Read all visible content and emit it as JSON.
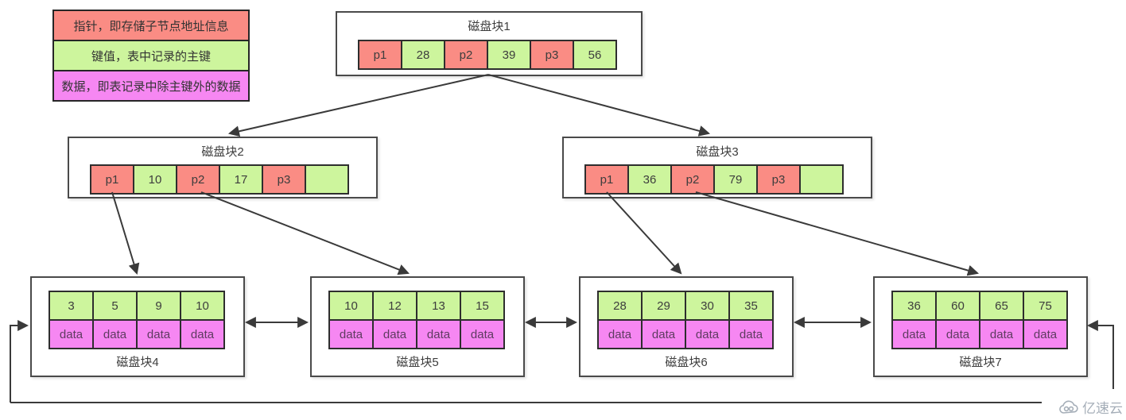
{
  "legend": {
    "items": [
      {
        "name": "pointer",
        "label": "指针，即存储子节点地址信息",
        "color": "#fa8c84"
      },
      {
        "name": "key",
        "label": "键值，表中记录的主键",
        "color": "#cdf59d"
      },
      {
        "name": "data",
        "label": "数据，即表记录中除主键外的数据",
        "color": "#f687f2"
      }
    ]
  },
  "nodes": {
    "block1": {
      "title": "磁盘块1",
      "cells": [
        "p1",
        "28",
        "p2",
        "39",
        "p3",
        "56"
      ]
    },
    "block2": {
      "title": "磁盘块2",
      "cells": [
        "p1",
        "10",
        "p2",
        "17",
        "p3",
        ""
      ]
    },
    "block3": {
      "title": "磁盘块3",
      "cells": [
        "p1",
        "36",
        "p2",
        "79",
        "p3",
        ""
      ]
    },
    "block4": {
      "title": "磁盘块4",
      "keys": [
        "3",
        "5",
        "9",
        "10"
      ],
      "data": [
        "data",
        "data",
        "data",
        "data"
      ]
    },
    "block5": {
      "title": "磁盘块5",
      "keys": [
        "10",
        "12",
        "13",
        "15"
      ],
      "data": [
        "data",
        "data",
        "data",
        "data"
      ]
    },
    "block6": {
      "title": "磁盘块6",
      "keys": [
        "28",
        "29",
        "30",
        "35"
      ],
      "data": [
        "data",
        "data",
        "data",
        "data"
      ]
    },
    "block7": {
      "title": "磁盘块7",
      "keys": [
        "36",
        "60",
        "65",
        "75"
      ],
      "data": [
        "data",
        "data",
        "data",
        "data"
      ]
    }
  },
  "watermark": {
    "text": "亿速云"
  },
  "colors": {
    "pointer_cell": "#fa8c84",
    "key_cell": "#cdf59d",
    "data_cell": "#f687f2",
    "cell_border": "#2e2e2e",
    "box_border": "#4a4a4a",
    "arrow": "#3a3a3a",
    "watermark": "#a5aeb8"
  }
}
